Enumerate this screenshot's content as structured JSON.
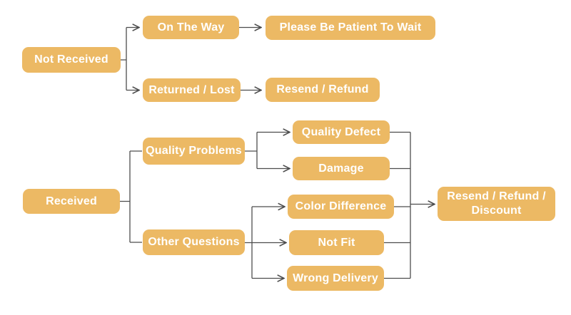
{
  "diagram": {
    "type": "flowchart",
    "topic": "Order received / not received after-sales resolution flow",
    "colors": {
      "background": "#FFFFFF",
      "node_fill": "#ECB964",
      "node_text": "#FFFFFF",
      "line": "#4D4D4D"
    },
    "nodes": {
      "not_received": {
        "label": "Not Received"
      },
      "on_the_way": {
        "label": "On The Way"
      },
      "please_wait": {
        "label": "Please Be Patient To Wait"
      },
      "returned_lost": {
        "label": "Returned / Lost"
      },
      "resend_refund": {
        "label": "Resend / Refund"
      },
      "received": {
        "label": "Received"
      },
      "quality_problems": {
        "label": "Quality Problems"
      },
      "other_questions": {
        "label": "Other Questions"
      },
      "quality_defect": {
        "label": "Quality Defect"
      },
      "damage": {
        "label": "Damage"
      },
      "color_difference": {
        "label": "Color Difference"
      },
      "not_fit": {
        "label": "Not Fit"
      },
      "wrong_delivery": {
        "label": "Wrong Delivery"
      },
      "resend_refund_discount": {
        "label": "Resend / Refund / Discount"
      }
    },
    "edges": [
      {
        "from": "not_received",
        "to": "on_the_way",
        "arrow": true
      },
      {
        "from": "not_received",
        "to": "returned_lost",
        "arrow": true
      },
      {
        "from": "on_the_way",
        "to": "please_wait",
        "arrow": true
      },
      {
        "from": "returned_lost",
        "to": "resend_refund",
        "arrow": true
      },
      {
        "from": "received",
        "to": "quality_problems",
        "arrow": false
      },
      {
        "from": "received",
        "to": "other_questions",
        "arrow": false
      },
      {
        "from": "quality_problems",
        "to": "quality_defect",
        "arrow": true
      },
      {
        "from": "quality_problems",
        "to": "damage",
        "arrow": true
      },
      {
        "from": "other_questions",
        "to": "color_difference",
        "arrow": true
      },
      {
        "from": "other_questions",
        "to": "not_fit",
        "arrow": true
      },
      {
        "from": "other_questions",
        "to": "wrong_delivery",
        "arrow": true
      },
      {
        "from": "quality_defect",
        "to": "resend_refund_discount",
        "arrow": true
      },
      {
        "from": "damage",
        "to": "resend_refund_discount",
        "arrow": true
      },
      {
        "from": "color_difference",
        "to": "resend_refund_discount",
        "arrow": true
      },
      {
        "from": "not_fit",
        "to": "resend_refund_discount",
        "arrow": true
      },
      {
        "from": "wrong_delivery",
        "to": "resend_refund_discount",
        "arrow": true
      }
    ]
  }
}
